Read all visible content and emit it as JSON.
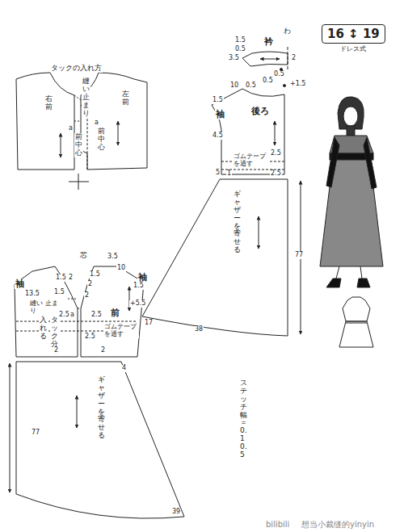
{
  "diagram": {
    "nodes": [
      {
        "text": [
          "16 ↕ 19",
          "ドレス式"
        ]
      }
    ],
    "labels": [
      "タックの入れ方",
      "縫い止まり",
      "右前",
      "左前",
      "a",
      "a",
      "前中心",
      "前中心",
      "衿",
      "わ",
      "1.5",
      "0.5",
      "3.5",
      "2",
      "0.5",
      "10",
      "0.5",
      "0.5",
      "+1.5",
      "1.5",
      "袖",
      "後ろ",
      "4.5",
      "ゴムテープ を通す",
      "2.5",
      "5",
      "1",
      "2.5",
      "ギャザーを寄せる",
      "77",
      "17",
      "38",
      "ステッチ幅＝0.1 0.5",
      "芯",
      "3.5",
      "1.5",
      "2",
      "1.5",
      "2",
      "10",
      "袖",
      "袖",
      "13.5",
      "1.5",
      "縫い 止まり",
      "1.5",
      "2",
      "+5.5",
      "タック分",
      "入れる",
      "2.5",
      "a",
      "2.5",
      "前",
      "ゴムテープ を通す",
      "2.5",
      "2",
      "2",
      "4",
      "ギャザーを寄せる",
      "77",
      "39",
      "bilibili",
      "想当小裁缝的yinyin"
    ]
  }
}
